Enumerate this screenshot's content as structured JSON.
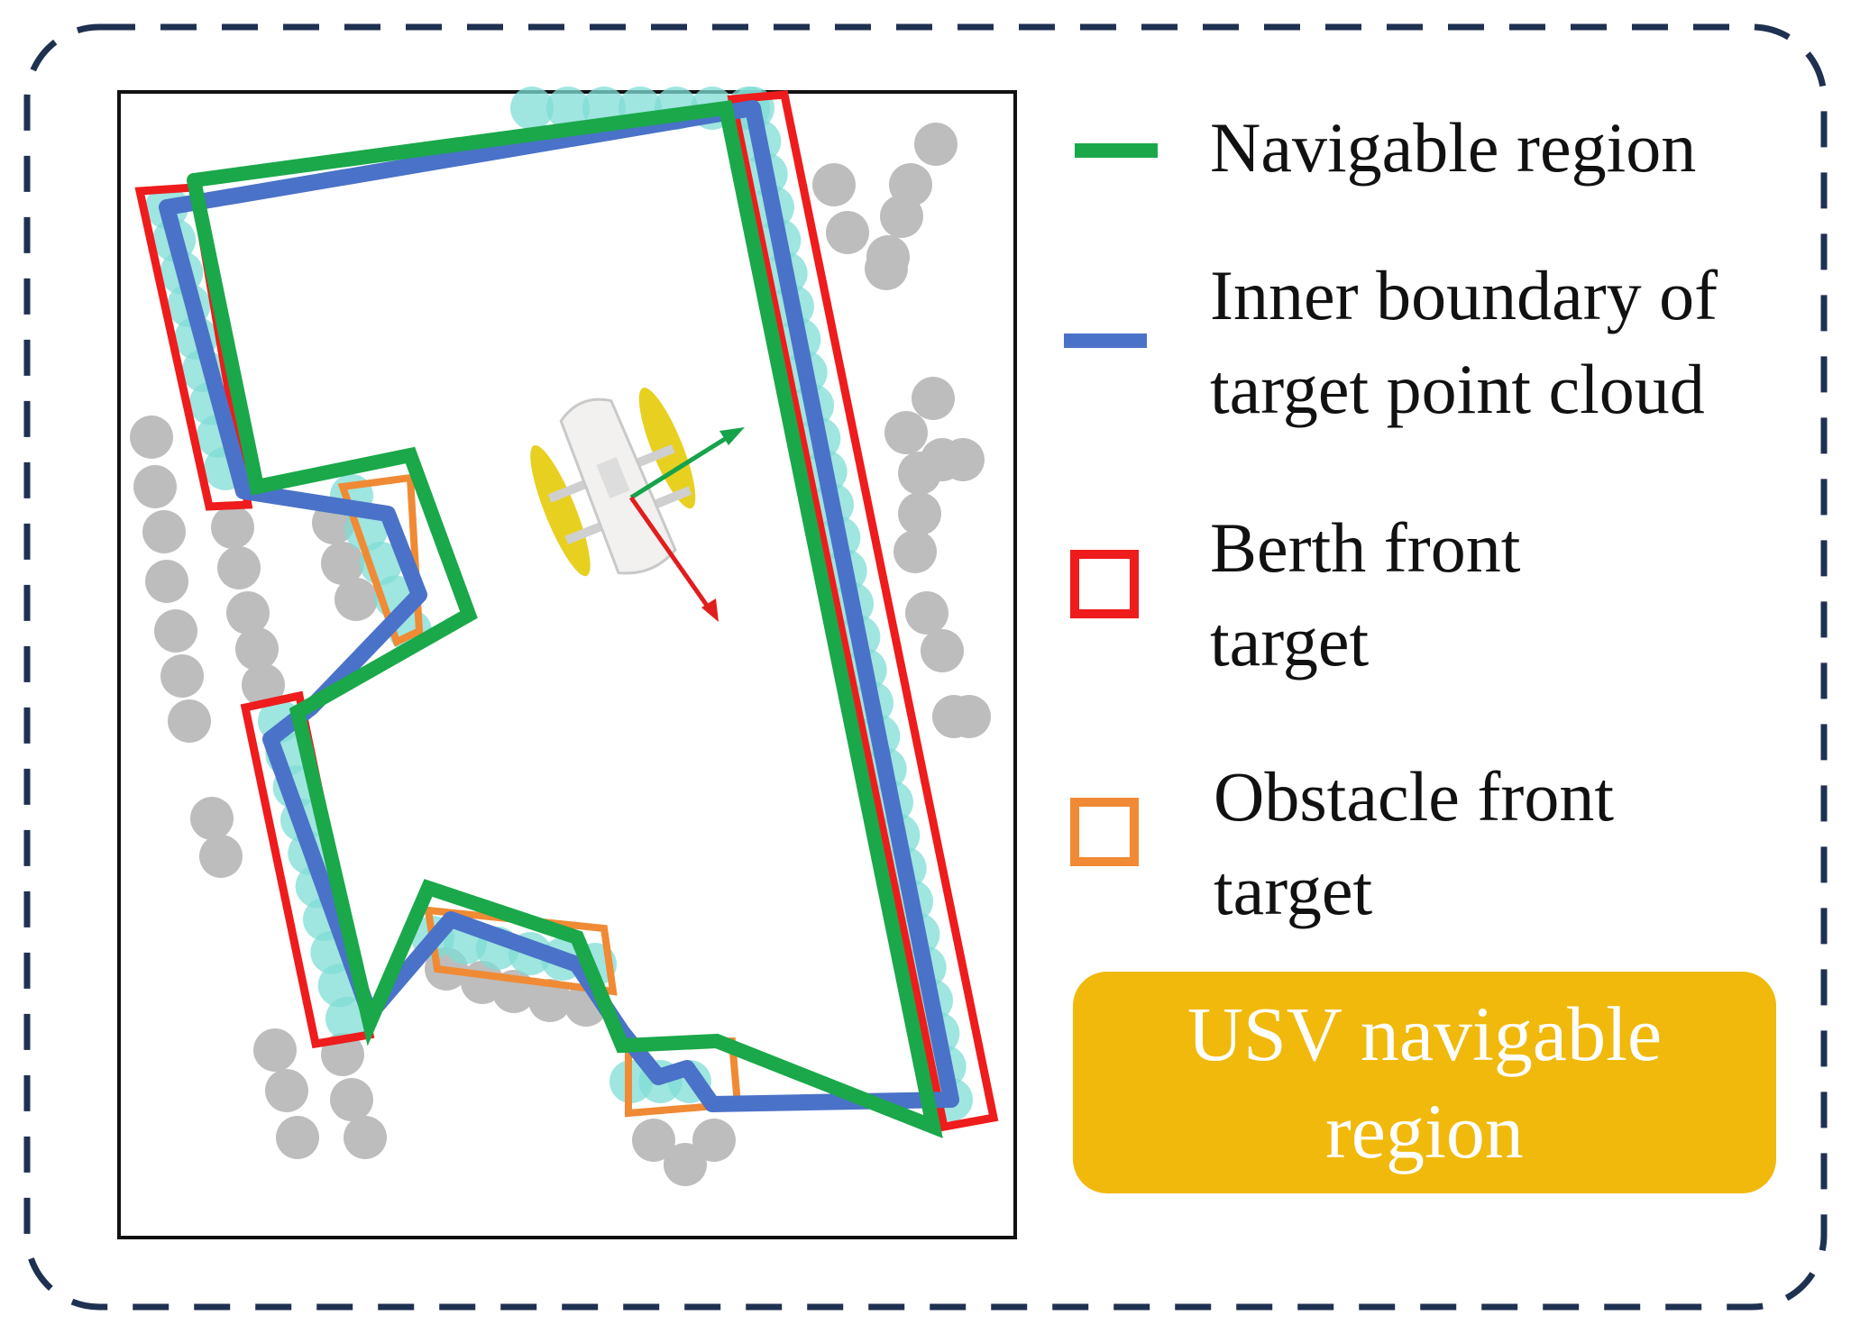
{
  "legend": {
    "navigable": {
      "label": "Navigable region",
      "color": "#1aa84a"
    },
    "inner_boundary": {
      "label_line1": "Inner boundary of",
      "label_line2": "target point cloud",
      "color": "#4a72c8"
    },
    "berth": {
      "label_line1": "Berth front",
      "label_line2": "target",
      "color": "#ee1c1c"
    },
    "obstacle": {
      "label_line1": "Obstacle front",
      "label_line2": "target",
      "color": "#f08a34"
    }
  },
  "badge": {
    "label": "USV navigable region",
    "color": "#f0b90b"
  },
  "colors": {
    "frame_dash": "#1f3150",
    "point_cloud_target": "#7fdcd6",
    "point_cloud_obstacle": "#bdbdbd",
    "vessel_hull": "#f3f0f0",
    "vessel_float": "#e8d020",
    "heading_arrow": "#16a34a",
    "lateral_arrow": "#e11d1d"
  },
  "icons": {
    "vessel": "usv-catamaran-icon"
  }
}
